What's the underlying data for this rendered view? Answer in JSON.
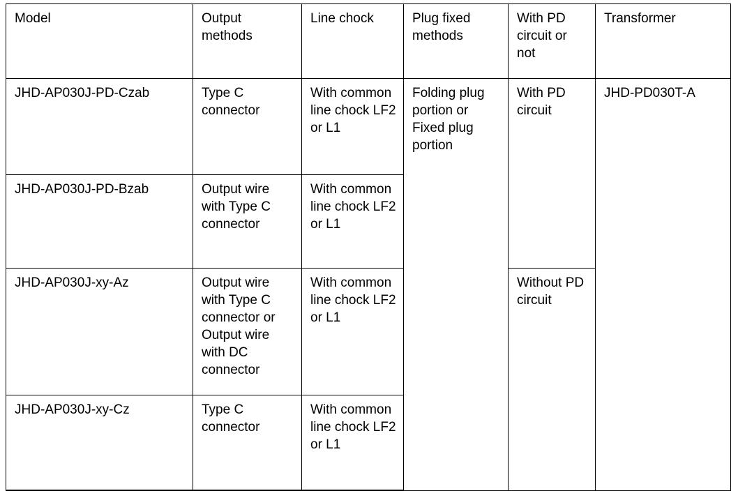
{
  "table": {
    "columns": [
      {
        "key": "model",
        "label": "Model"
      },
      {
        "key": "output",
        "label": "Output methods"
      },
      {
        "key": "chock",
        "label": "Line chock"
      },
      {
        "key": "plug",
        "label": "Plug fixed methods"
      },
      {
        "key": "pd",
        "label": "With PD circuit or not"
      },
      {
        "key": "transformer",
        "label": "Transformer"
      }
    ],
    "rows": [
      {
        "model": "JHD-AP030J-PD-Czab",
        "output": "Type C connector",
        "chock": "With common line chock LF2 or L1"
      },
      {
        "model": "JHD-AP030J-PD-Bzab",
        "output": "Output wire with Type C connector",
        "chock": "With common line chock LF2 or L1"
      },
      {
        "model": "JHD-AP030J-xy-Az",
        "output": "Output wire with Type C connector or Output wire with DC connector",
        "chock": "With common line chock LF2 or L1"
      },
      {
        "model": "JHD-AP030J-xy-Cz",
        "output": "Type C connector",
        "chock": "With common line chock LF2 or L1"
      }
    ],
    "merged": {
      "plug_fixed_methods": "Folding plug portion or Fixed plug portion",
      "pd_with": "With PD circuit",
      "pd_without": "Without PD circuit",
      "transformer": "JHD-PD030T-A"
    }
  }
}
